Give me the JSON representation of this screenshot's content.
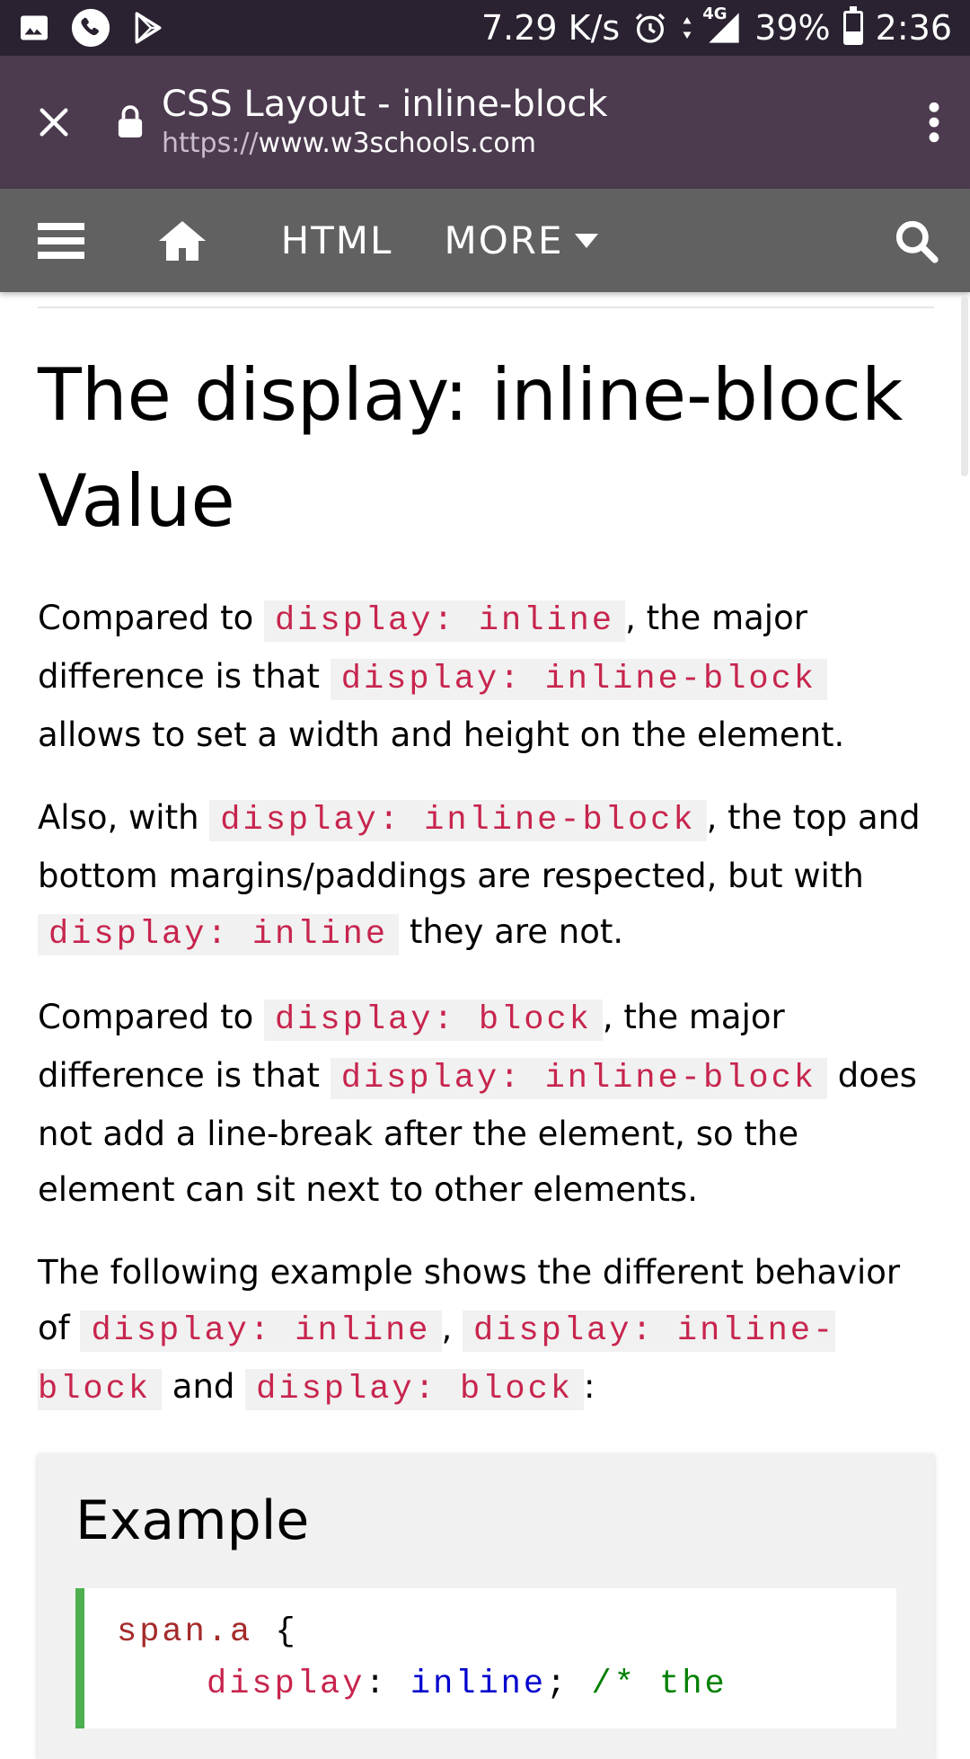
{
  "status_bar": {
    "speed": "7.29 K/s",
    "network": "4G",
    "battery": "39%",
    "battery_level": 0.39,
    "time": "2:36",
    "icons": [
      "image-icon",
      "phone-icon",
      "play-store-icon",
      "alarm-icon",
      "data-arrows-icon",
      "signal-icon",
      "battery-icon"
    ]
  },
  "browser": {
    "title": "CSS Layout - inline-block",
    "url_scheme": "https://",
    "url_host": "www.w3schools.com",
    "icons": [
      "close-icon",
      "lock-icon",
      "more-vert-icon"
    ]
  },
  "nav": {
    "html": "HTML",
    "more": "MORE",
    "icons": [
      "hamburger-icon",
      "home-icon",
      "caret-down-icon",
      "search-icon"
    ]
  },
  "article": {
    "heading": "The display: inline-block Value",
    "p1": {
      "t1": "Compared to ",
      "c1": "display: inline",
      "t2": ", the major difference is that ",
      "c2": "display: inline-block",
      "t3": " allows to set a width and height on the element."
    },
    "p2": {
      "t1": "Also, with ",
      "c1": "display: inline-block",
      "t2": ", the top and bottom margins/paddings are respected, but with ",
      "c2": "display: inline",
      "t3": " they are not."
    },
    "p3": {
      "t1": "Compared to ",
      "c1": "display: block",
      "t2": ", the major difference is that ",
      "c2": "display: inline-block",
      "t3": " does not add a line-break after the element, so the element can sit next to other elements."
    },
    "p4": {
      "t1": "The following example shows the different behavior of ",
      "c1": "display: inline",
      "t2": ", ",
      "c2": "display: inline-block",
      "t3": " and ",
      "c3": "display: block",
      "t4": ":"
    }
  },
  "example": {
    "title": "Example",
    "line1_selector": "span.a",
    "line1_brace": " {",
    "line2_prop": "display",
    "line2_colon": ": ",
    "line2_value": "inline",
    "line2_semicolon": "; ",
    "line2_comment": "/* the"
  },
  "colors": {
    "status_bar_bg": "#2a2230",
    "browser_bar_bg": "#4c3a4f",
    "nav_bg": "#616161",
    "code_text": "#c7254e",
    "code_bg": "#f1f1f1",
    "example_accent": "#4caf50"
  }
}
